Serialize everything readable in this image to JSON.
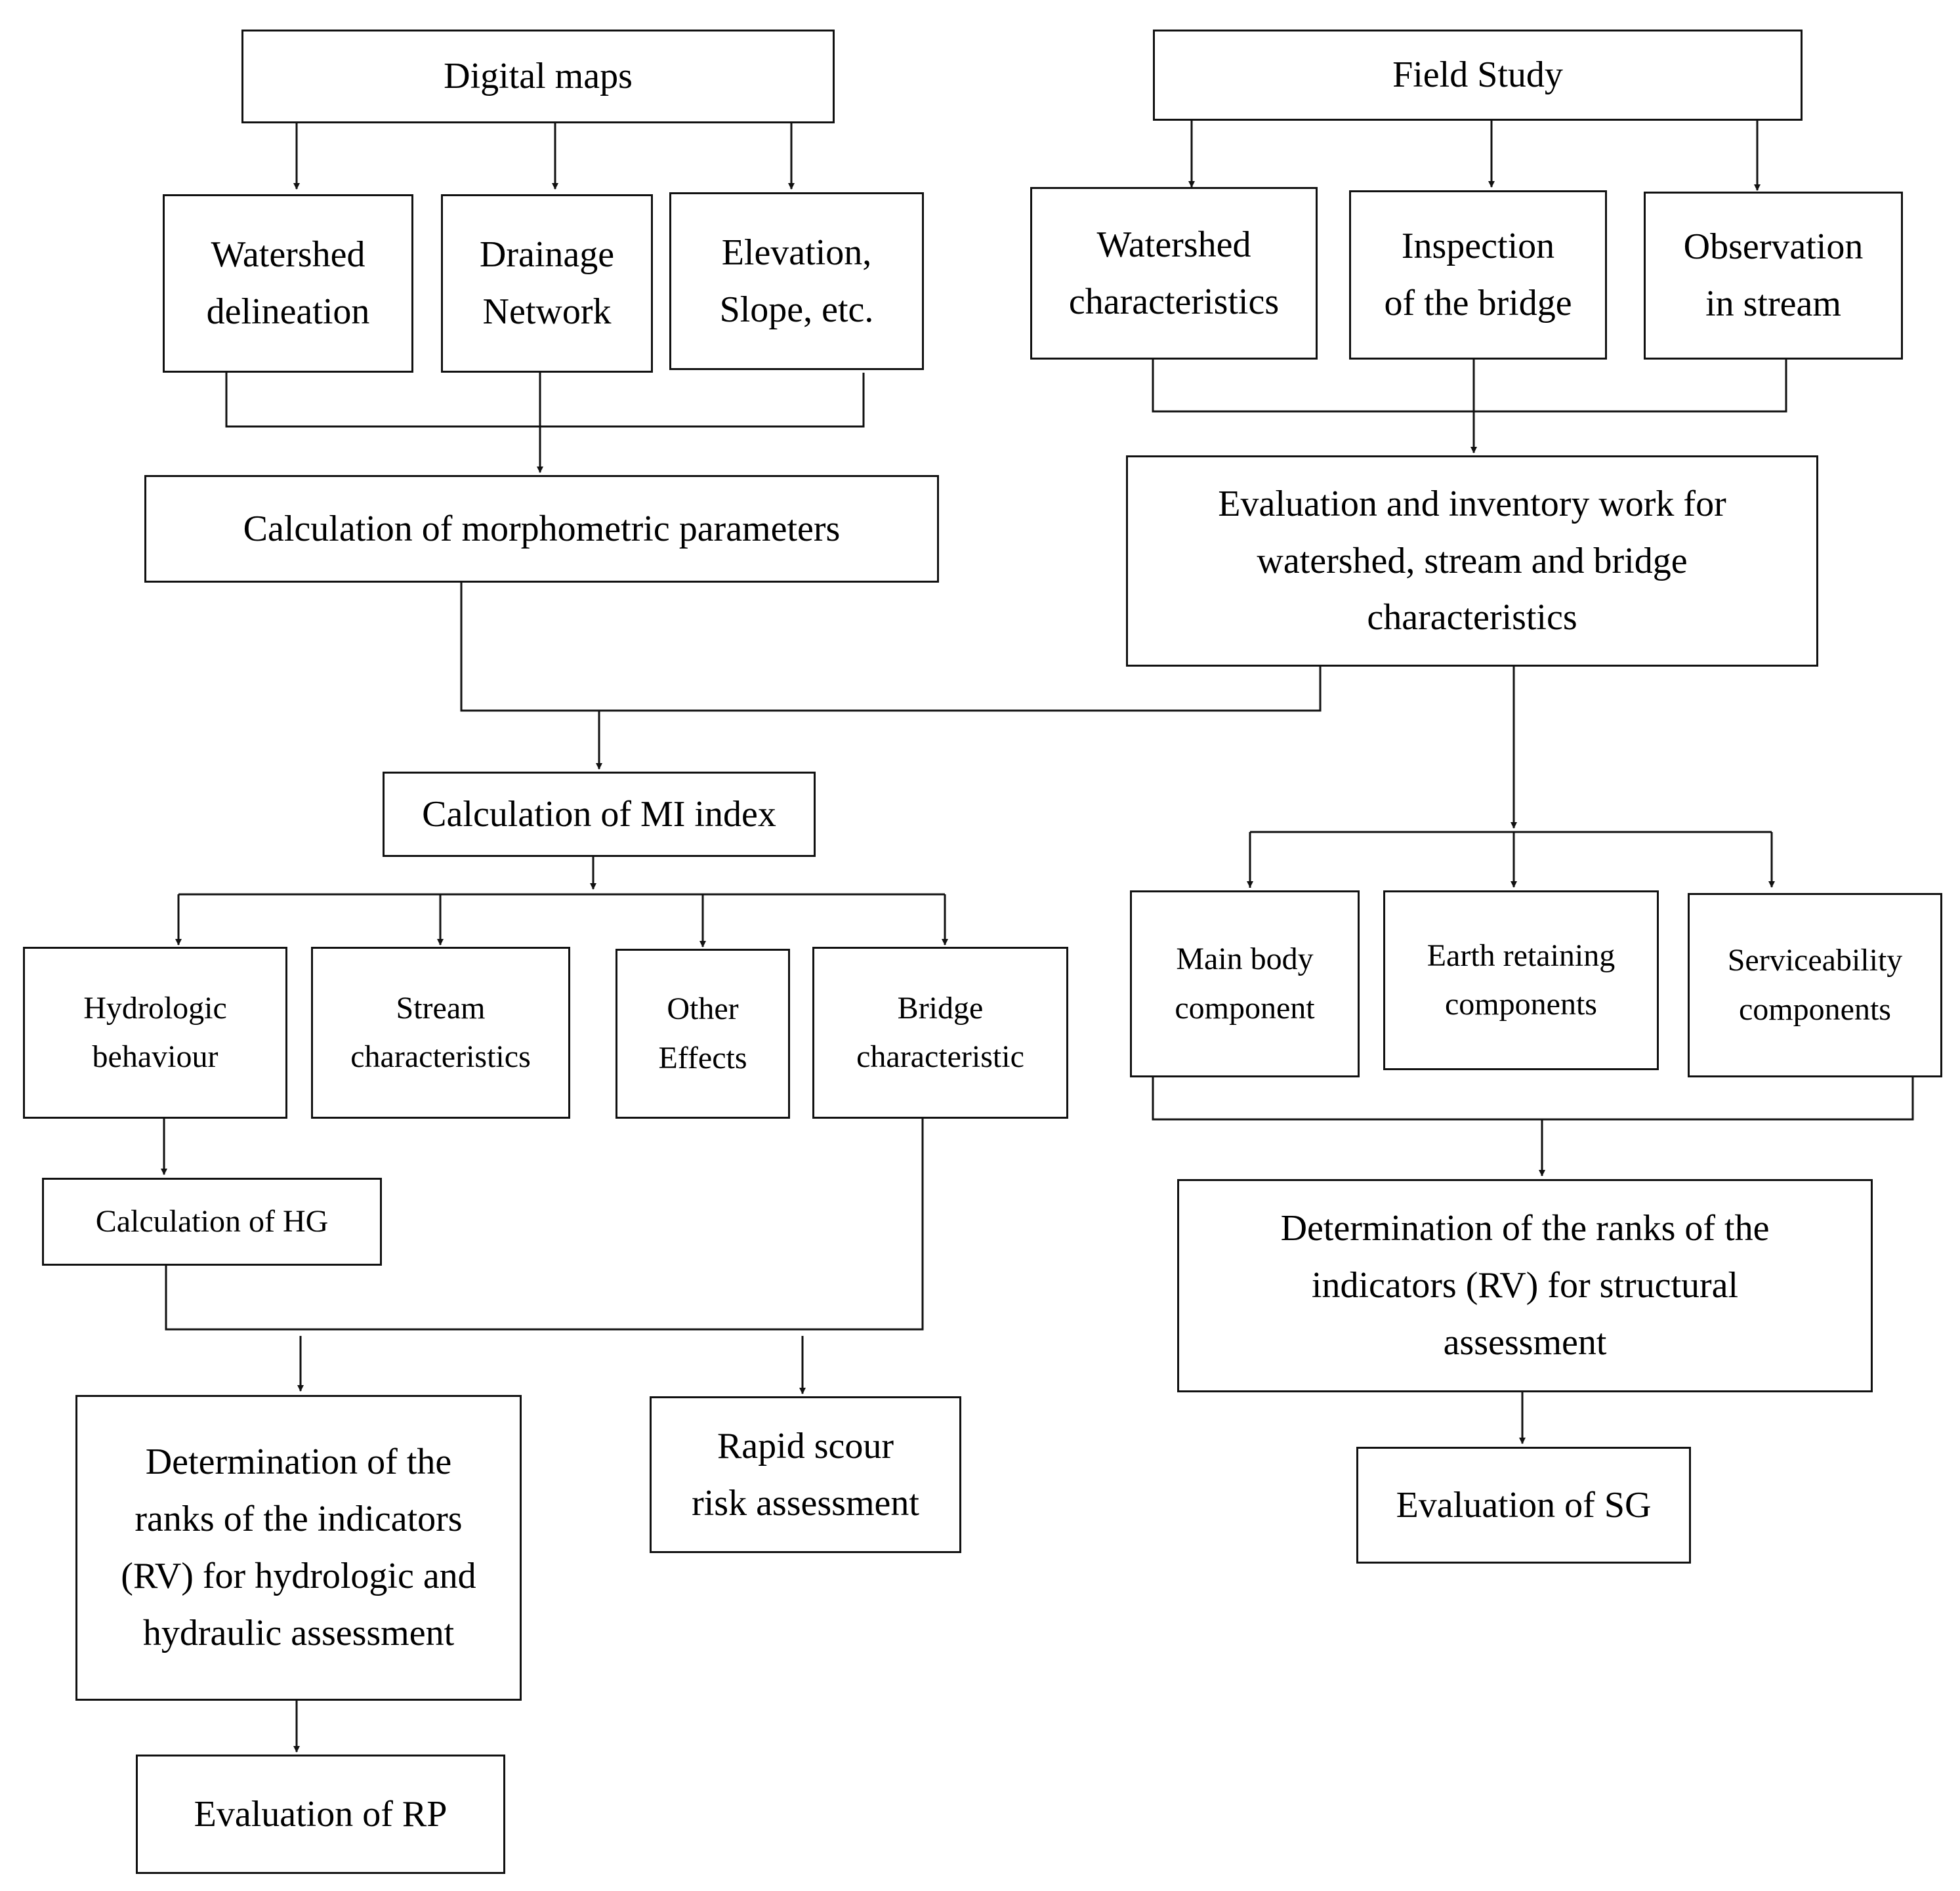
{
  "nodes": {
    "digital_maps": "Digital maps",
    "field_study": "Field Study",
    "watershed_delineation": "Watershed\ndelineation",
    "drainage_network": "Drainage\nNetwork",
    "elevation_slope": "Elevation,\nSlope, etc.",
    "watershed_characteristics": "Watershed\ncharacteristics",
    "inspection_bridge": "Inspection\nof the bridge",
    "observation_stream": "Observation\nin stream",
    "morphometric": "Calculation of morphometric parameters",
    "evaluation_inventory": "Evaluation and inventory work for\nwatershed, stream and bridge\ncharacteristics",
    "mi_index": "Calculation of MI index",
    "hydrologic_behaviour": "Hydrologic\nbehaviour",
    "stream_characteristics": "Stream\ncharacteristics",
    "other_effects": "Other\nEffects",
    "bridge_characteristic": "Bridge\ncharacteristic",
    "main_body": "Main body\ncomponent",
    "earth_retaining": "Earth retaining\ncomponents",
    "serviceability": "Serviceability\ncomponents",
    "calculation_hg": "Calculation of HG",
    "ranks_structural": "Determination of the ranks of the\nindicators (RV) for structural\nassessment",
    "ranks_hydrologic": "Determination of the\nranks of the indicators\n(RV) for hydrologic and\nhydraulic assessment",
    "rapid_scour": "Rapid scour\nrisk assessment",
    "evaluation_sg": "Evaluation of SG",
    "evaluation_rp": "Evaluation of RP"
  }
}
